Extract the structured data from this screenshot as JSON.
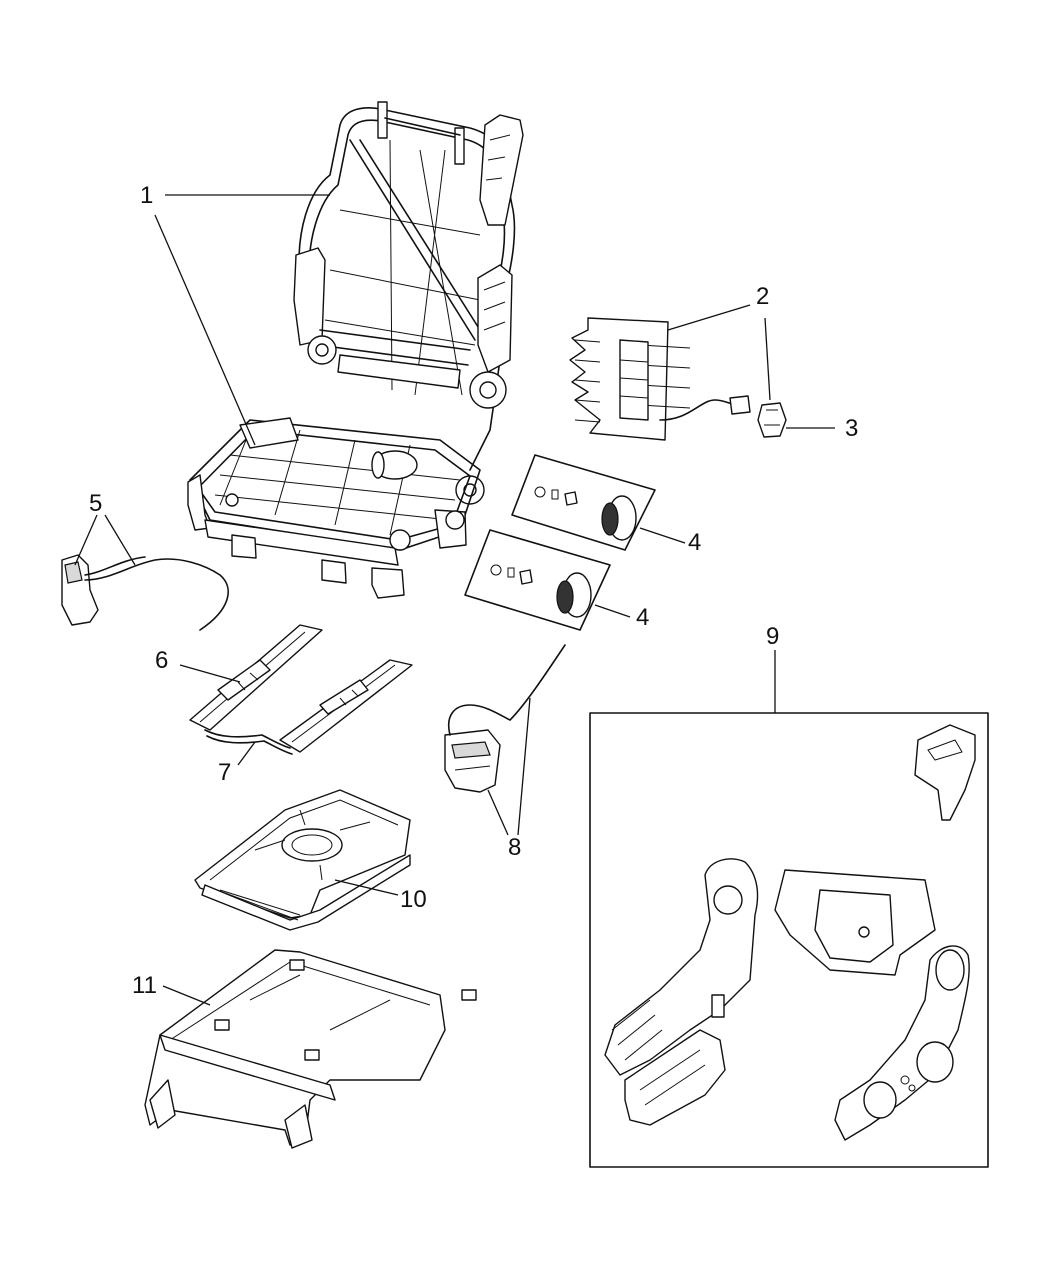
{
  "callouts": [
    {
      "id": "1",
      "label": "1"
    },
    {
      "id": "2",
      "label": "2"
    },
    {
      "id": "3",
      "label": "3"
    },
    {
      "id": "4a",
      "label": "4"
    },
    {
      "id": "4b",
      "label": "4"
    },
    {
      "id": "5",
      "label": "5"
    },
    {
      "id": "6",
      "label": "6"
    },
    {
      "id": "7",
      "label": "7"
    },
    {
      "id": "8",
      "label": "8"
    },
    {
      "id": "9",
      "label": "9"
    },
    {
      "id": "10",
      "label": "10"
    },
    {
      "id": "11",
      "label": "11"
    }
  ],
  "colors": {
    "line": "#111111",
    "background": "#ffffff",
    "shade": "#d9d9d9"
  }
}
